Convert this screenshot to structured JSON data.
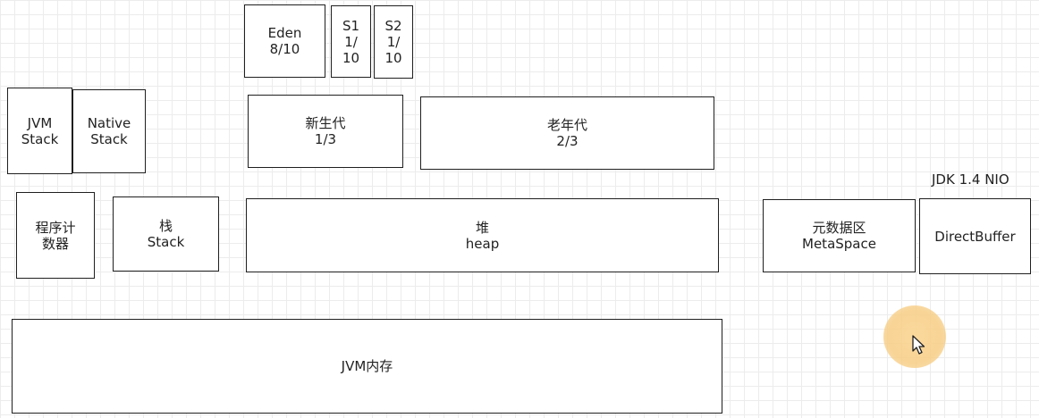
{
  "diagram": {
    "boxes": {
      "eden": "Eden\n8/10",
      "s1": "S1\n1/\n10",
      "s2": "S2\n1/\n10",
      "jvm_stack": "JVM\nStack",
      "native_stack": "Native\nStack",
      "young_gen": "新生代\n1/3",
      "old_gen": "老年代\n2/3",
      "program_counter": "程序计\n数器",
      "stack": "栈\nStack",
      "heap": "堆\nheap",
      "metaspace": "元数据区\nMetaSpace",
      "direct_buffer": "DirectBuffer",
      "jvm_memory": "JVM内存"
    },
    "annotations": {
      "nio_label": "JDK 1.4 NIO"
    }
  },
  "icons": {
    "cursor": "pointer-arrow-icon"
  },
  "colors": {
    "border": "#1f1f1f",
    "grid": "#ececec",
    "cursor_highlight": "#f7cd84"
  }
}
